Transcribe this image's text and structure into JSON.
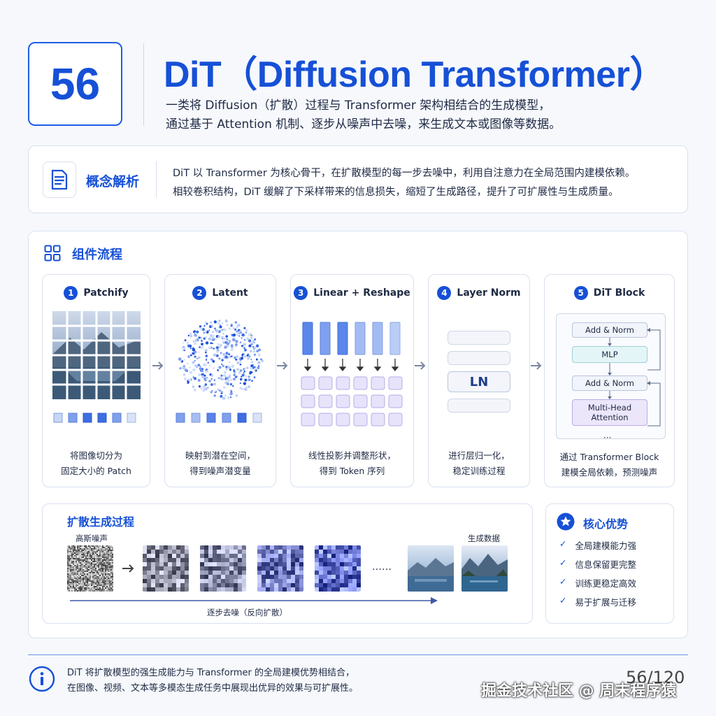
{
  "header": {
    "number": "56",
    "title": "DiT（Diffusion Transformer）",
    "subtitle_lines": [
      "一类将 Diffusion（扩散）过程与 Transformer 架构相结合的生成模型，",
      "通过基于 Attention 机制、逐步从噪声中去噪，来生成文本或图像等数据。"
    ]
  },
  "concept": {
    "label": "概念解析",
    "icon": "document-icon",
    "lines": [
      "DiT 以 Transformer 为核心骨干，在扩散模型的每一步去噪中，利用自注意力在全局范围内建模依赖。",
      "相较卷积结构，DiT 缓解了下采样带来的信息损失，缩短了生成路径，提升了可扩展性与生成质量。"
    ]
  },
  "components": {
    "title": "组件流程",
    "icon": "grid-icon",
    "steps": [
      {
        "num": "1",
        "title": "Patchify",
        "desc": [
          "将图像切分为",
          "固定大小的 Patch"
        ]
      },
      {
        "num": "2",
        "title": "Latent",
        "desc": [
          "映射到潜在空间，",
          "得到噪声潜变量"
        ]
      },
      {
        "num": "3",
        "title": "Linear + Reshape",
        "desc": [
          "线性投影并调整形状，",
          "得到 Token 序列"
        ]
      },
      {
        "num": "4",
        "title": "Layer Norm",
        "desc": [
          "进行层归一化，",
          "稳定训练过程"
        ],
        "ln_label": "LN"
      },
      {
        "num": "5",
        "title": "DiT Block",
        "desc": [
          "通过 Transformer Block",
          "建模全局依赖，预测噪声"
        ],
        "block": {
          "add_norm_1": "Add & Norm",
          "mlp": "MLP",
          "add_norm_2": "Add & Norm",
          "attention": "Multi-Head Attention",
          "ellipsis": "···"
        }
      }
    ]
  },
  "diffusion": {
    "title": "扩散生成过程",
    "noise_label": "高斯噪声",
    "output_label": "生成数据",
    "dots": "……",
    "caption": "逐步去噪（反向扩散）"
  },
  "advantages": {
    "title": "核心优势",
    "icon": "star-icon",
    "items": [
      "全局建模能力强",
      "信息保留更完整",
      "训练更稳定高效",
      "易于扩展与迁移"
    ]
  },
  "footer": {
    "icon": "info-icon",
    "lines": [
      "DiT 将扩散模型的强生成能力与 Transformer 的全局建模优势相结合，",
      "在图像、视频、文本等多模态生成任务中展现出优异的效果与可扩展性。"
    ],
    "page": "56/120",
    "watermark": "掘金技术社区 @ 周末程序猿"
  },
  "colors": {
    "accent": "#1650d6",
    "bar_dark": "#5b86ea",
    "bar_light": "#b9cdf6",
    "token": "#e7e3fb",
    "mlp": "#e4f5f7",
    "attention": "#ece6fb"
  }
}
